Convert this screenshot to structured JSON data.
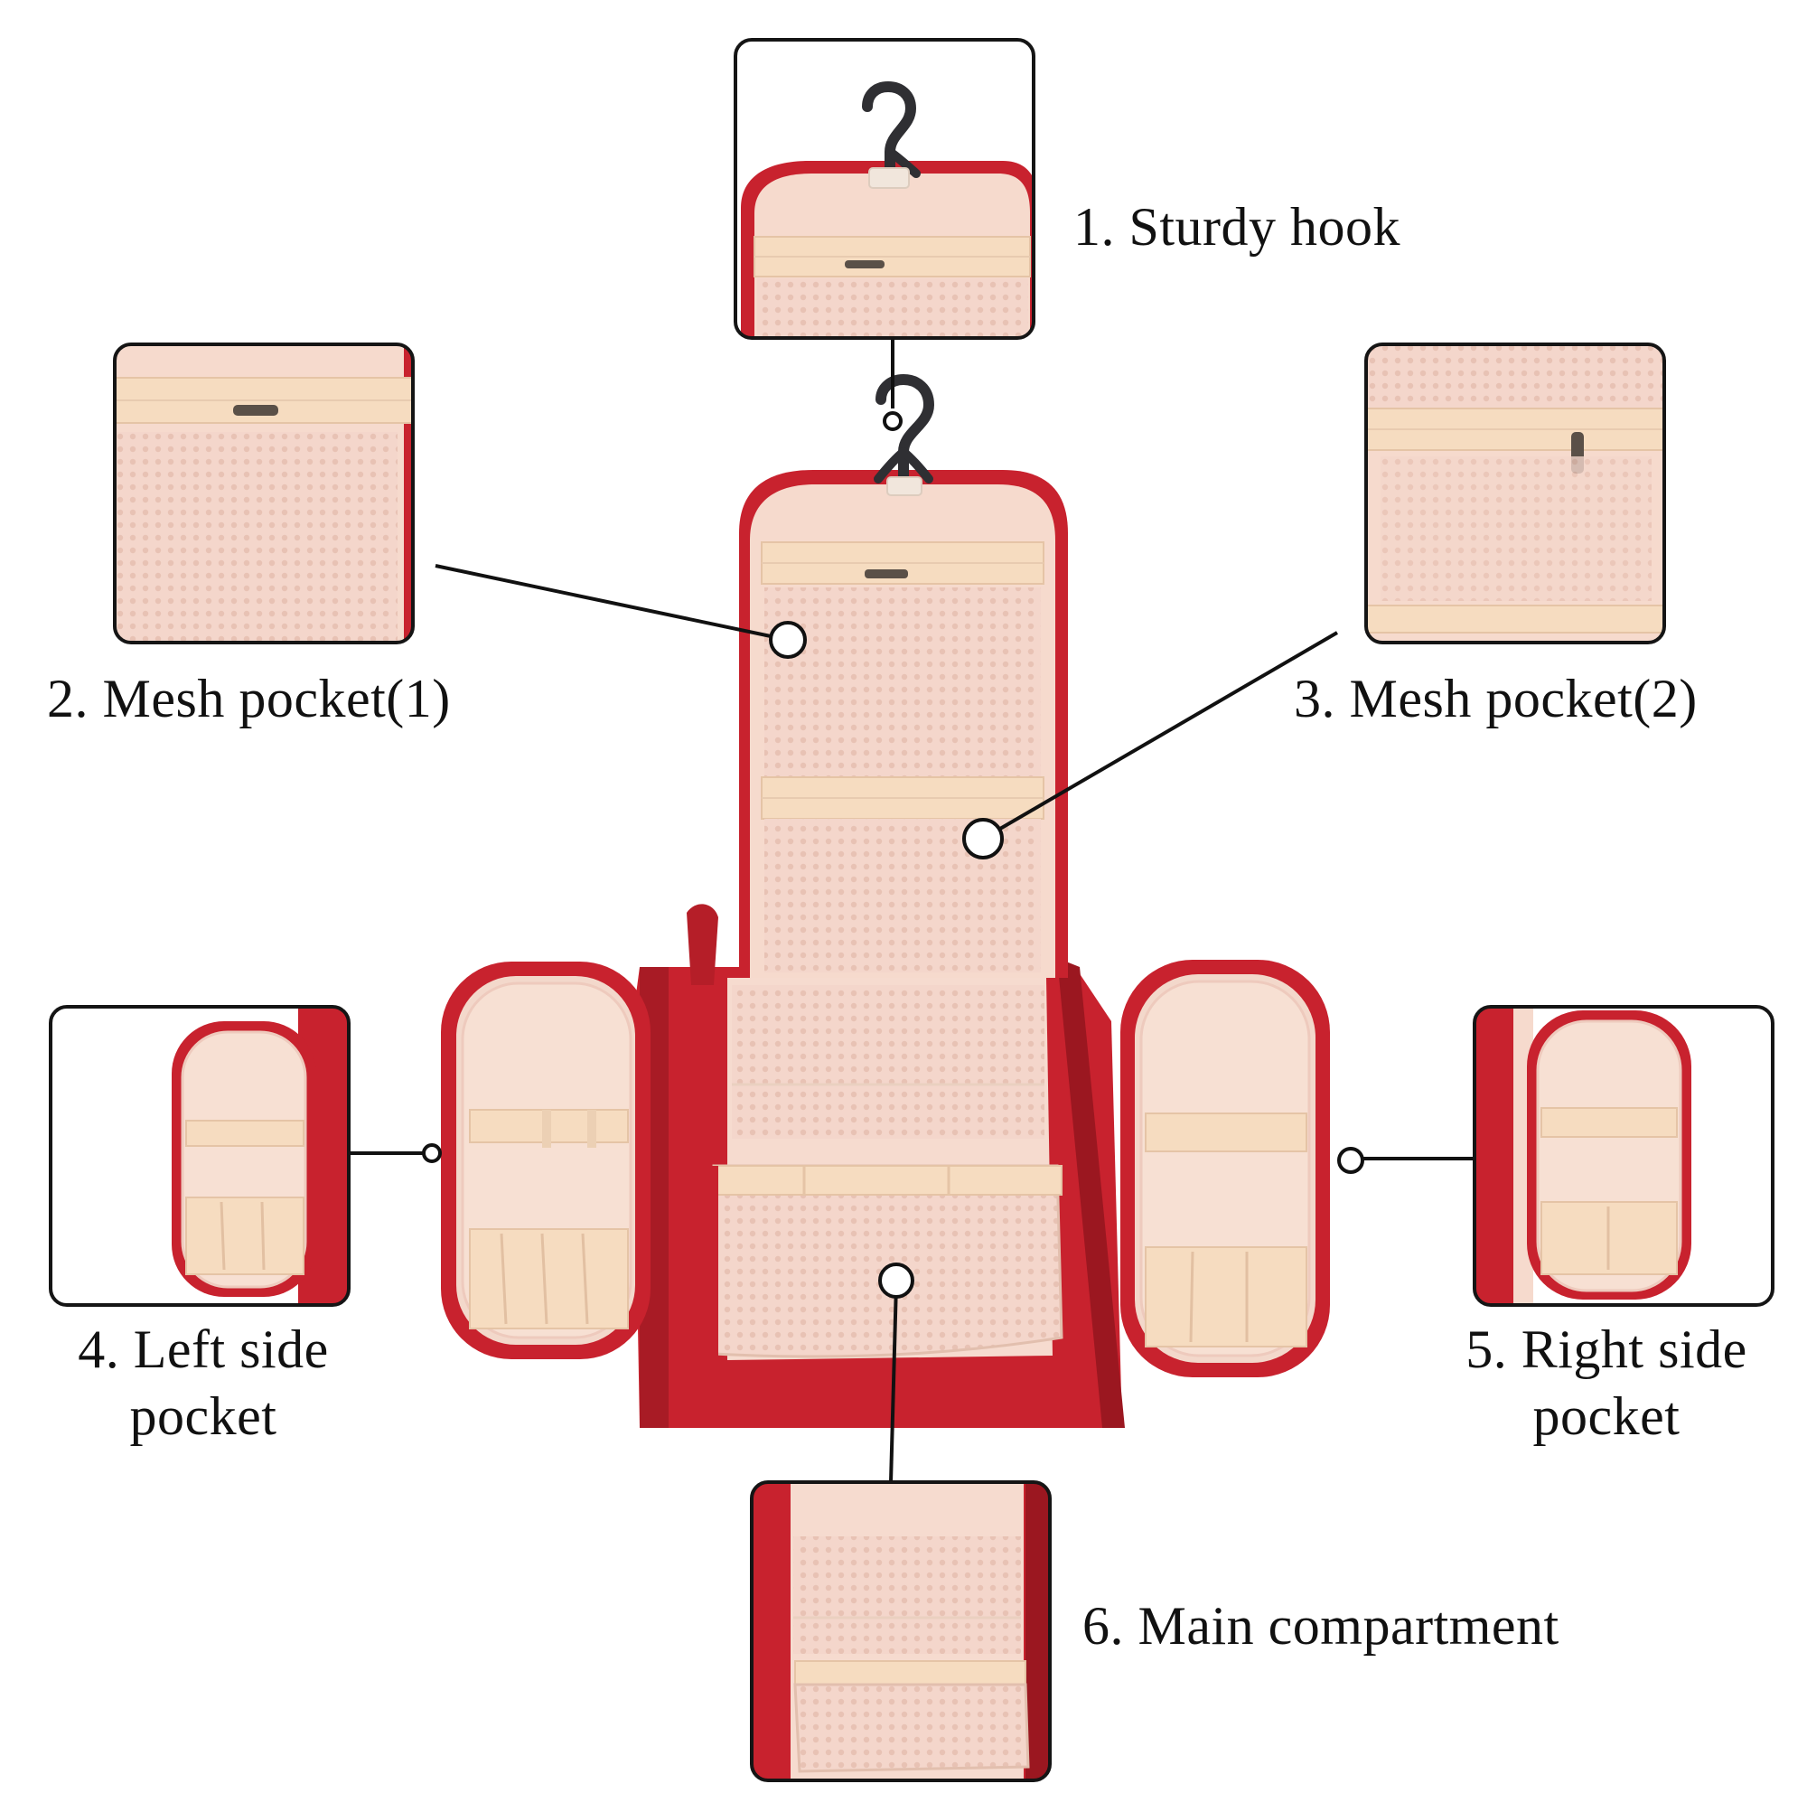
{
  "colors": {
    "bag_red": "#c8222e",
    "bag_red_dark": "#9b1720",
    "lining": "#f7ddd2",
    "lining_shadow": "#eecabd",
    "mesh": "#f3d3c8",
    "band": "#f6dcc0",
    "hook": "#2f2f33",
    "frame": "#151515"
  },
  "callouts": [
    {
      "number": "1.",
      "text": "Sturdy hook"
    },
    {
      "number": "2.",
      "text": "Mesh pocket(1)"
    },
    {
      "number": "3.",
      "text": "Mesh pocket(2)"
    },
    {
      "number": "4.",
      "line1": "Left side",
      "line2": "pocket"
    },
    {
      "number": "5.",
      "line1": "Right side",
      "line2": "pocket"
    },
    {
      "number": "6.",
      "text": "Main compartment"
    }
  ]
}
